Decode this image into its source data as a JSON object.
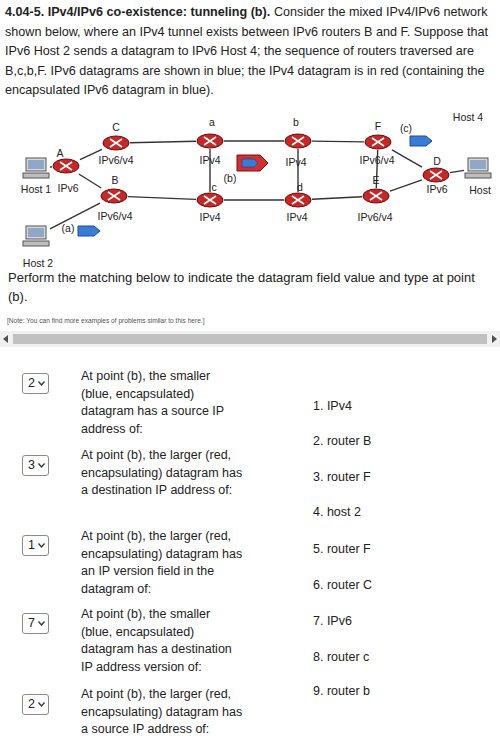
{
  "diagram": {
    "title": "4.04-5. IPv4/IPv6 co-existence: tunneling (b).",
    "nodes": [
      {
        "text": [
          "Host 1"
        ]
      },
      {
        "text": [
          "A",
          "IPv6"
        ]
      },
      {
        "text": [
          "Host 2"
        ]
      },
      {
        "text": [
          "C",
          "IPv6/v4"
        ]
      },
      {
        "text": [
          "B",
          "IPv6/v4"
        ]
      },
      {
        "text": [
          "a",
          "IPv4"
        ]
      },
      {
        "text": [
          "c",
          "IPv4"
        ]
      },
      {
        "text": [
          "b",
          "IPv4"
        ]
      },
      {
        "text": [
          "d",
          "IPv4"
        ]
      },
      {
        "text": [
          "F",
          "IPv6/v4"
        ]
      },
      {
        "text": [
          "E",
          "IPv6/v4"
        ]
      },
      {
        "text": [
          "D",
          "IPv6"
        ]
      },
      {
        "text": [
          "Host 4"
        ]
      },
      {
        "text": [
          "2"
        ]
      },
      {
        "text": [
          "3"
        ]
      },
      {
        "text": [
          "1"
        ]
      },
      {
        "text": [
          "7"
        ]
      },
      {
        "text": [
          "2"
        ]
      }
    ],
    "edges": [
      {
        "from": 0,
        "to": 1,
        "arrow": "none"
      },
      {
        "from": 1,
        "to": 3,
        "arrow": "none"
      },
      {
        "from": 1,
        "to": 4,
        "arrow": "none"
      },
      {
        "from": 2,
        "to": 4,
        "arrow": "none"
      },
      {
        "from": 3,
        "to": 5,
        "arrow": "none"
      },
      {
        "from": 4,
        "to": 6,
        "arrow": "none"
      },
      {
        "from": 5,
        "to": 7,
        "arrow": "none"
      },
      {
        "from": 5,
        "to": 6,
        "arrow": "none"
      },
      {
        "from": 7,
        "to": 8,
        "arrow": "none"
      },
      {
        "from": 6,
        "to": 8,
        "arrow": "none"
      },
      {
        "from": 7,
        "to": 9,
        "arrow": "none"
      },
      {
        "from": 8,
        "to": 10,
        "arrow": "none"
      },
      {
        "from": 9,
        "to": 10,
        "arrow": "none"
      },
      {
        "from": 9,
        "to": 11,
        "arrow": "none"
      },
      {
        "from": 10,
        "to": 11,
        "arrow": "none"
      },
      {
        "from": 11,
        "to": 12,
        "arrow": "none"
      }
    ],
    "labels": [
      "Consider the mixed IPv4/IPv6 network shown below, where an IPv4 tunnel exists between IPv6 routers B and F. Suppose that IPv6 Host 2 sends a datagram to IPv6 Host 4; the sequence of routers traversed are B,c,b,F. IPv6 datagrams are shown in blue; the IPv4 datagram is in red (containing the encapsulated IPv6 datagram in blue).",
      "(a)",
      "(b)",
      "(c)",
      "Host",
      "Perform the matching below to indicate the datagram field value and type at point (b).",
      "[Note: You can find more examples of problems similar to this here.]",
      "At point (b), the smaller (blue, encapsulated) datagram has a source IP address of:",
      "At point (b), the larger (red, encapsulating) datagram has a destination IP address of:",
      "At point (b), the larger (red, encapsulating) datagram has an IP version field in the datagram of:",
      "At point (b), the smaller (blue, encapsulated) datagram has a destination IP address version of:",
      "At point (b), the larger (red, encapsulating) datagram has a source IP address of:",
      "1. IPv4",
      "2. router B",
      "3. router F",
      "4. host 2",
      "5. router F",
      "6. router C",
      "7. IPv6",
      "8. router c",
      "9. router b"
    ]
  }
}
